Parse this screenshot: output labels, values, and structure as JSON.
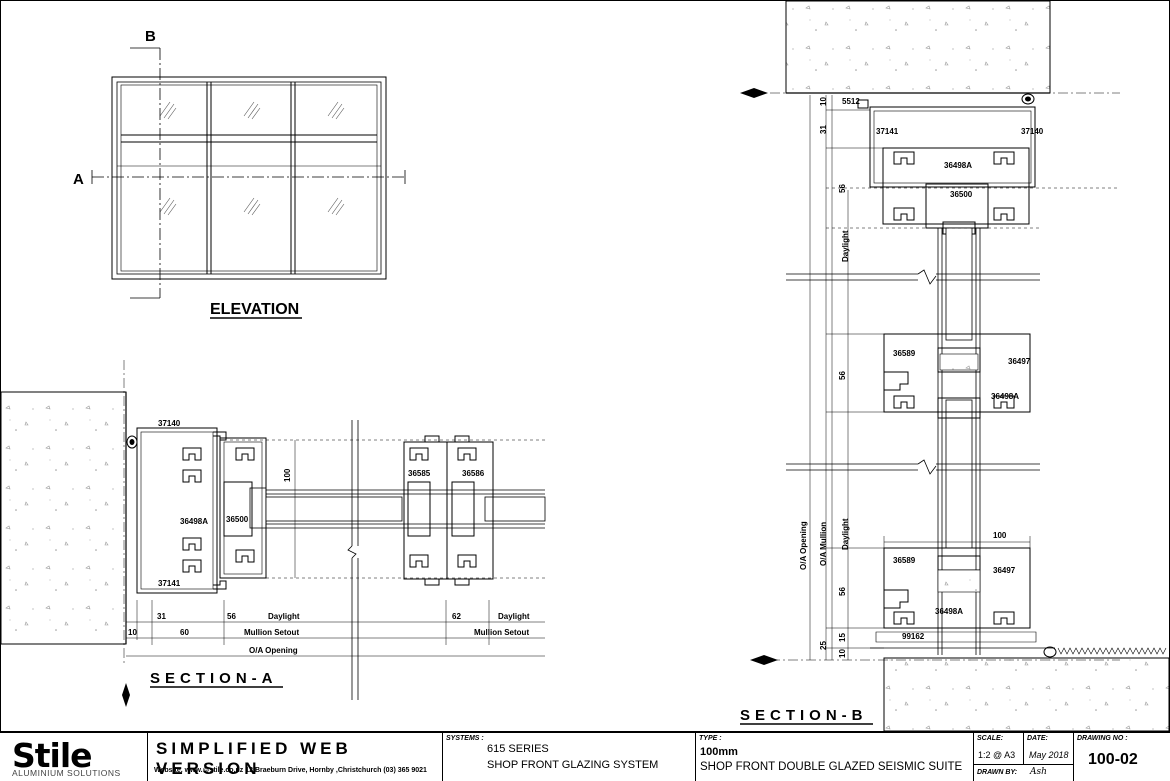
{
  "elevation": {
    "title": "ELEVATION",
    "marker_a": "A",
    "marker_b": "B"
  },
  "section_a": {
    "title": "SECTION-A",
    "parts": {
      "p1": "37140",
      "p2": "36498A",
      "p3": "37141",
      "p4": "36500",
      "p5": "36585",
      "p6": "36586"
    },
    "dims": {
      "d100": "100",
      "d31": "31",
      "d56": "56",
      "d10": "10",
      "d60": "60",
      "d62": "62"
    },
    "labels": {
      "daylight": "Daylight",
      "mullion_setout": "Mullion Setout",
      "oa_opening": "O/A Opening"
    }
  },
  "section_b": {
    "title": "SECTION-B",
    "parts": {
      "p5512": "5512",
      "p37141": "37141",
      "p37140": "37140",
      "p36498A_top": "36498A",
      "p36500": "36500",
      "p36589_mid": "36589",
      "p36497_mid": "36497",
      "p36498A_mid": "36498A",
      "p36589_bot": "36589",
      "p36497_bot": "36497",
      "p36498A_bot": "36498A",
      "p99162": "99162"
    },
    "dims": {
      "d10_top": "10",
      "d31": "31",
      "d56_top": "56",
      "d56_mid": "56",
      "d56_bot": "56",
      "d100": "100",
      "d25": "25",
      "d15": "15",
      "d10_bot": "10"
    },
    "labels": {
      "daylight_top": "Daylight",
      "daylight_bot": "Daylight",
      "oa_opening": "O/A Opening",
      "oa_mullion": "O/A Mullion"
    }
  },
  "title_block": {
    "logo": "Stile",
    "logo_sub": "ALUMINIUM SOLUTIONS",
    "heading": "SIMPLIFIED WEB VERSION",
    "website": "Website. www.@stile.co.nz  12 Braeburn Drive, Hornby ,Christchurch (03) 365 9021",
    "systems_label": "SYSTEMS :",
    "systems_line1": "615 SERIES",
    "systems_line2": "SHOP FRONT GLAZING  SYSTEM",
    "type_label": "TYPE :",
    "type_line1": "100mm",
    "type_line2": "SHOP FRONT DOUBLE GLAZED SEISMIC SUITE",
    "scale_label": "SCALE:",
    "scale_value": "1:2 @ A3",
    "date_label": "DATE:",
    "date_value": "May 2018",
    "drawn_label": "DRAWN BY:",
    "drawn_value": "Ash",
    "drawing_no_label": "DRAWING NO :",
    "drawing_no_value": "100-02"
  }
}
